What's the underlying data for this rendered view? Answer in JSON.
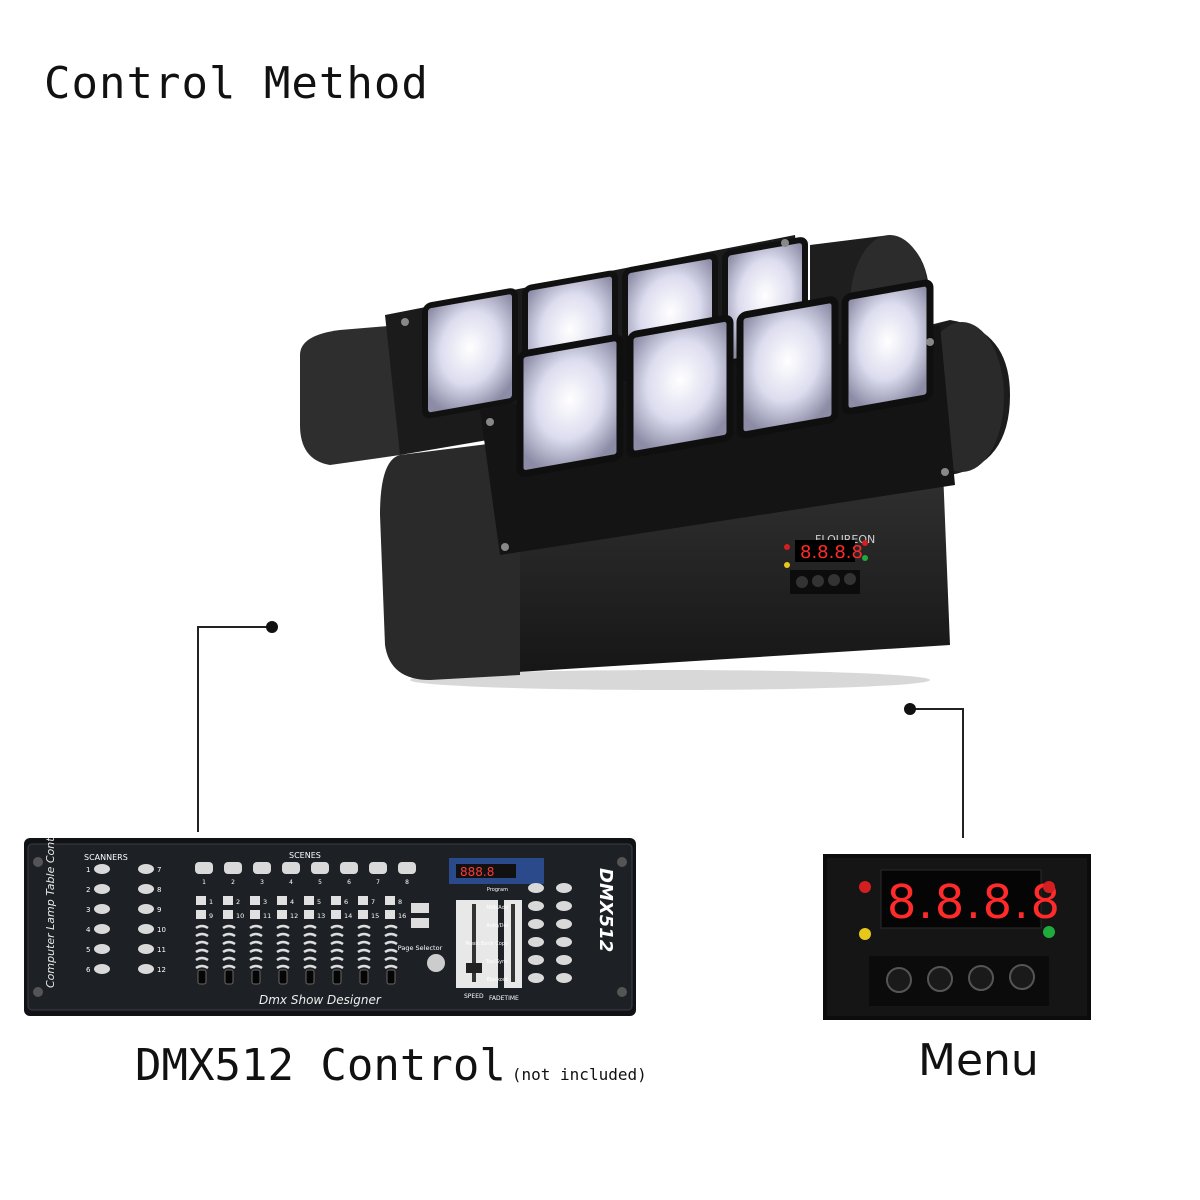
{
  "title": "Control Method",
  "fixture": {
    "brand": "FLOUREON",
    "display": "8.8.8.8"
  },
  "controller": {
    "model": "DMX512",
    "vertical_text": "Computer Lamp Table Controller",
    "scanners_label": "SCANNERS",
    "scenes_label": "SCENES",
    "footer_text": "Dmx Show Designer",
    "display_text": "888.8",
    "page_selector_label": "Page Selector",
    "pagetime_label": "FADETIME",
    "speed_label": "SPEED",
    "scanner_numbers": [
      "1",
      "2",
      "3",
      "4",
      "5",
      "6"
    ],
    "scanner_numbers_right": [
      "7",
      "8",
      "9",
      "10",
      "11",
      "12"
    ],
    "scene_numbers": [
      "1",
      "2",
      "3",
      "4",
      "5",
      "6",
      "7",
      "8"
    ],
    "channel_top": [
      "1",
      "2",
      "3",
      "4",
      "5",
      "6",
      "7",
      "8"
    ],
    "channel_bottom": [
      "9",
      "10",
      "11",
      "12",
      "13",
      "14",
      "15",
      "16"
    ],
    "right_buttons": [
      "Program",
      "Midi/Add",
      "Auto/Del",
      "Music Bank Copy",
      "Tap/Sync",
      "Blackout"
    ]
  },
  "menu_panel": {
    "display": "8.8.8.8"
  },
  "captions": {
    "dmx": "DMX512 Control",
    "dmx_note": "(not included)",
    "menu": "Menu"
  },
  "colors": {
    "led_red": "#d31f1f",
    "led_yellow": "#e6c81a",
    "led_green": "#1faa3c",
    "display_red": "#ff2a2a"
  }
}
